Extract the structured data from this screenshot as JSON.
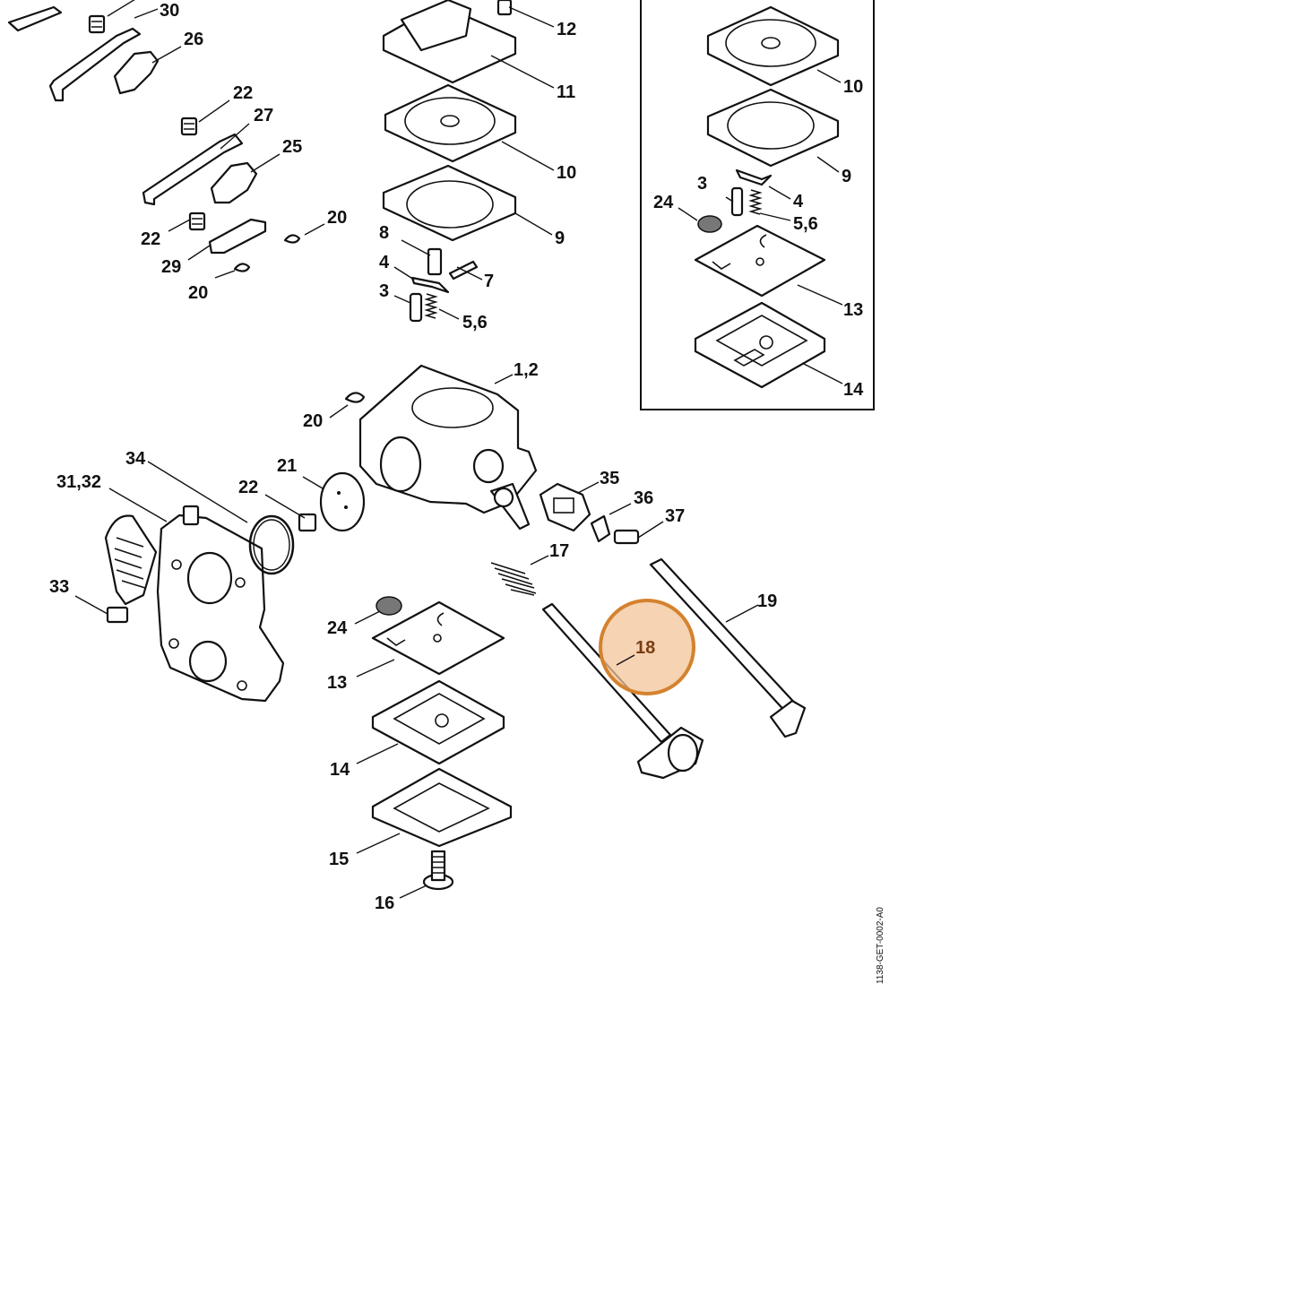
{
  "callouts": {
    "c30": "30",
    "c26": "26",
    "c22a": "22",
    "c27": "27",
    "c25": "25",
    "c22b": "22",
    "c20a": "20",
    "c29": "29",
    "c20b": "20",
    "c12": "12",
    "c11": "11",
    "c10": "10",
    "c9": "9",
    "c8": "8",
    "c7": "7",
    "c4": "4",
    "c3": "3",
    "c56": "5,6",
    "i10": "10",
    "i9": "9",
    "i3": "3",
    "i4": "4",
    "i24": "24",
    "i56": "5,6",
    "i13": "13",
    "i14": "14",
    "c12b": "1,2",
    "c20c": "20",
    "c34": "34",
    "c3132": "31,32",
    "c21": "21",
    "c22c": "22",
    "c35": "35",
    "c36": "36",
    "c37": "37",
    "c17": "17",
    "c19": "19",
    "c33": "33",
    "c24": "24",
    "c13": "13",
    "c18": "18",
    "c14": "14",
    "c15": "15",
    "c16": "16"
  },
  "document_id": "1138-GET-0002-A0",
  "highlight": {
    "part": "18",
    "fill": "#f2c49a",
    "stroke": "#d4822e"
  }
}
